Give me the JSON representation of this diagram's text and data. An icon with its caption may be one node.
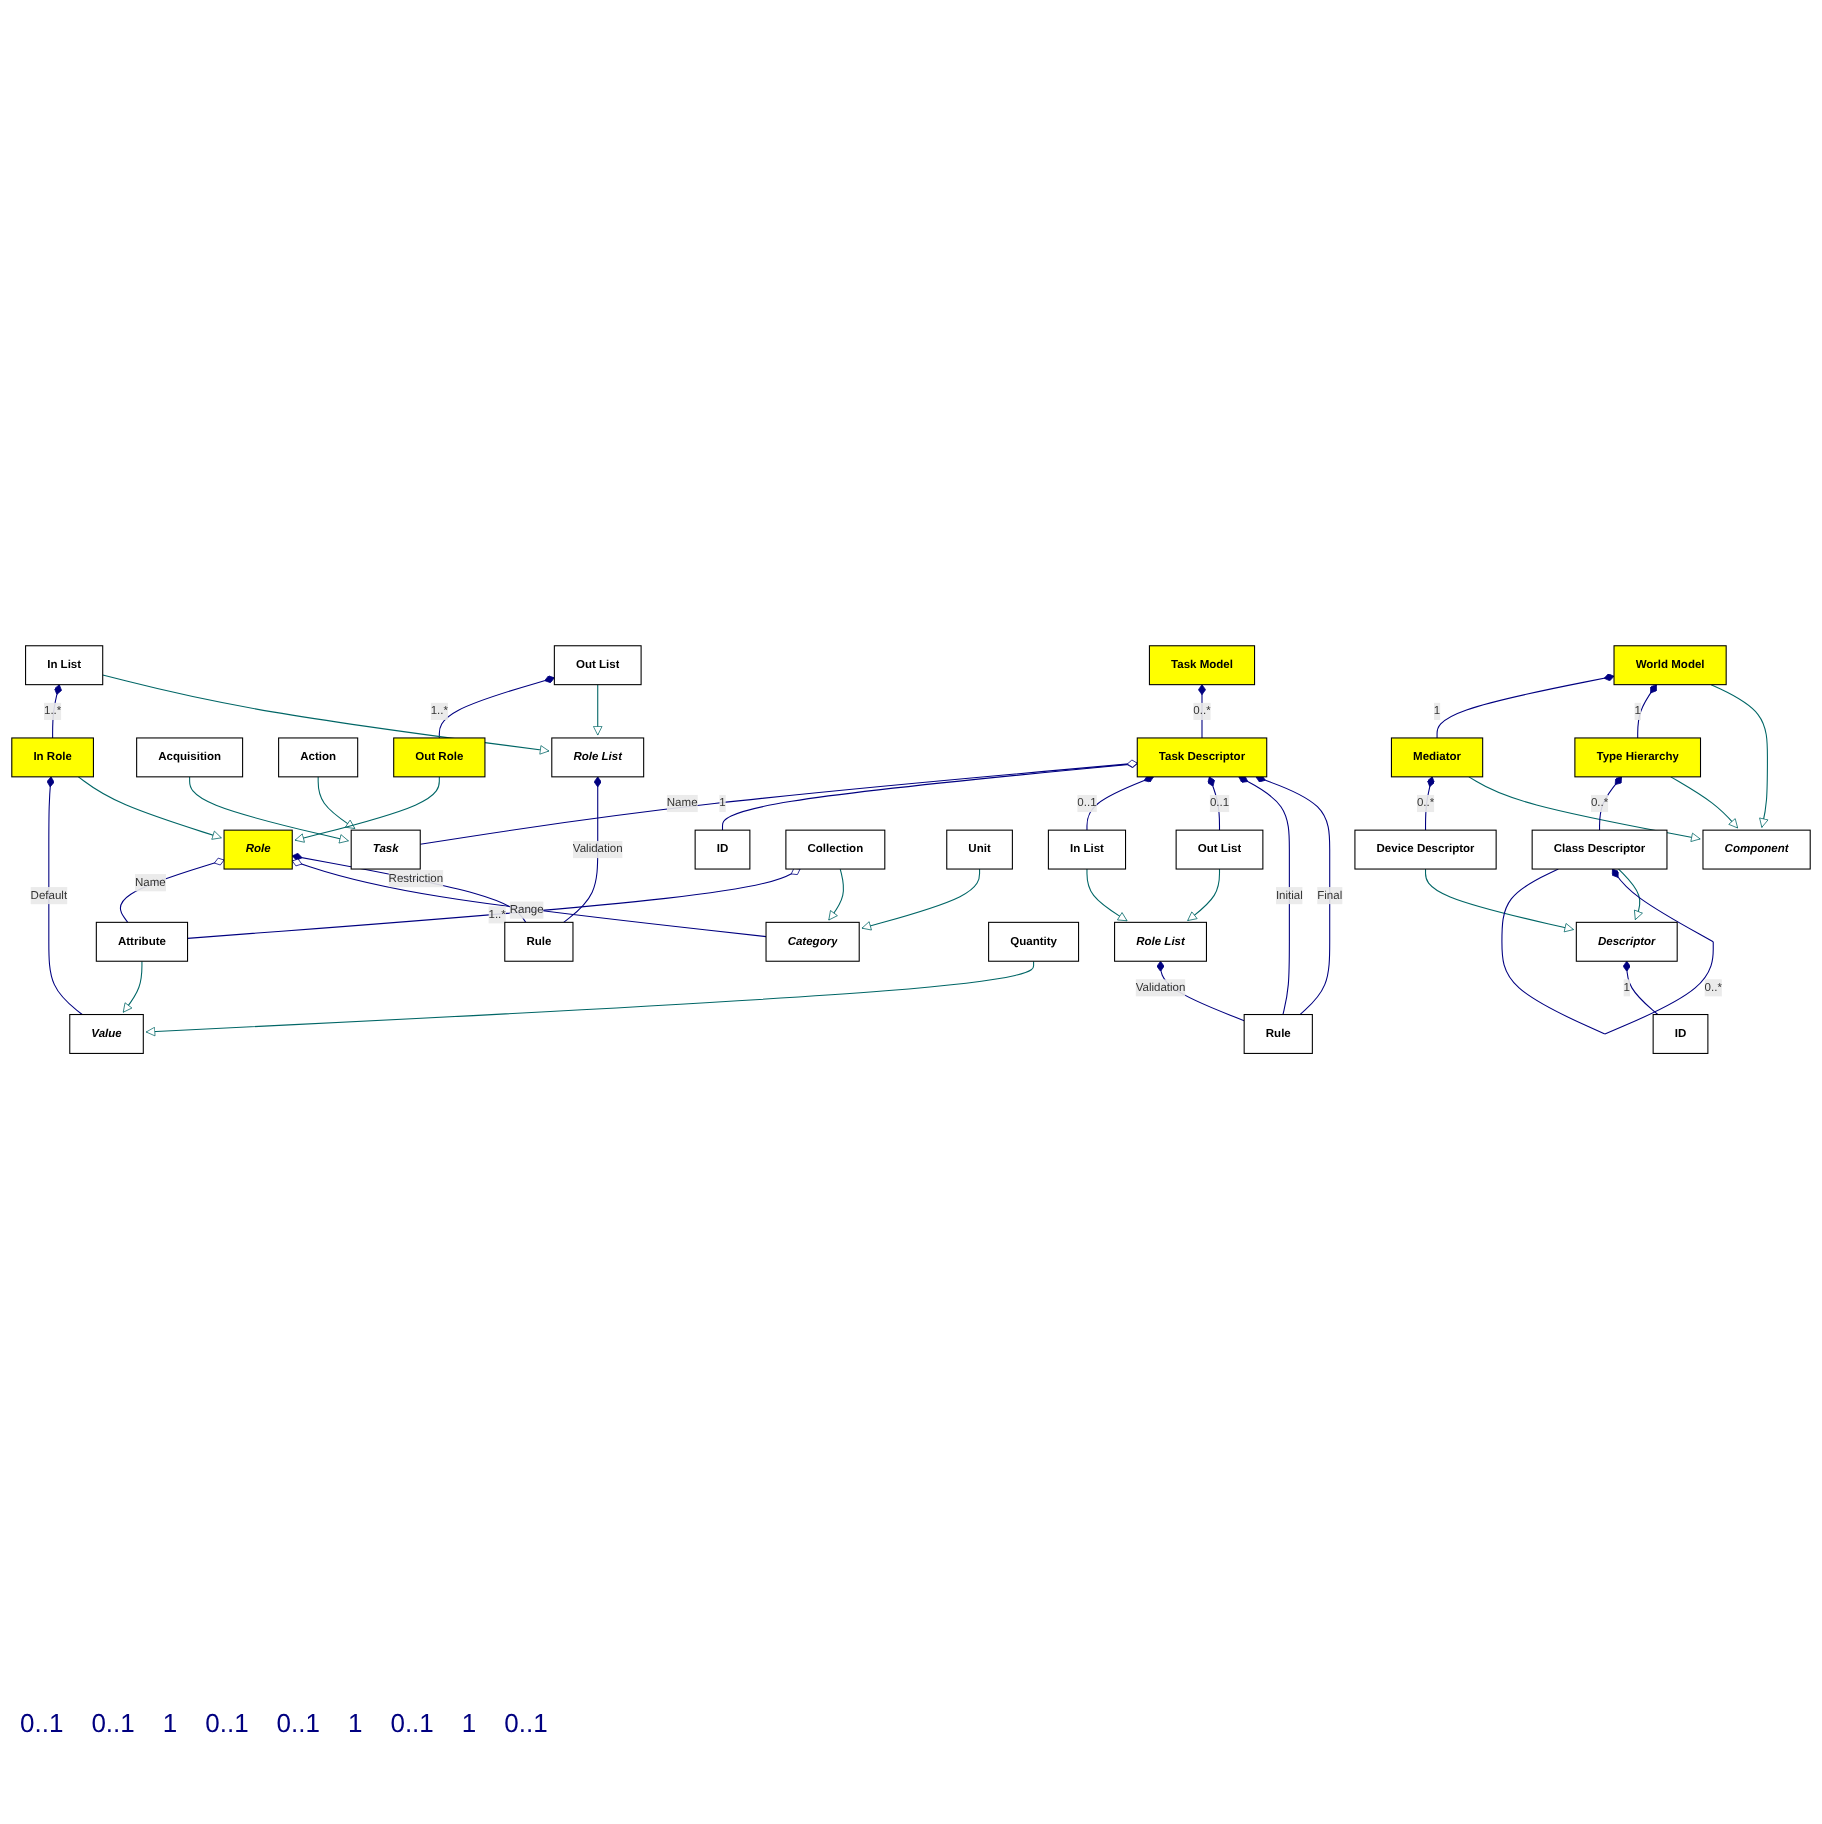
{
  "diagram": {
    "nodes": [
      {
        "text": [
          "Task Model"
        ]
      },
      {
        "text": [
          "Rule"
        ]
      },
      {
        "text": [
          "Task Descriptor"
        ]
      },
      {
        "text": [
          "Task"
        ]
      },
      {
        "text": [
          "Out List"
        ]
      },
      {
        "text": [
          "Role List"
        ]
      },
      {
        "text": [
          "In List"
        ]
      },
      {
        "text": [
          "ID"
        ]
      },
      {
        "text": [
          "Acquisition"
        ]
      },
      {
        "text": [
          "Action"
        ]
      },
      {
        "text": [
          "Rule"
        ]
      },
      {
        "text": [
          "Role"
        ]
      },
      {
        "text": [
          "Category"
        ]
      },
      {
        "text": [
          "Role List"
        ]
      },
      {
        "text": [
          "Out List"
        ]
      },
      {
        "text": [
          "Out Role"
        ]
      },
      {
        "text": [
          "Attribute"
        ]
      },
      {
        "text": [
          "Collection"
        ]
      },
      {
        "text": [
          "Unit"
        ]
      },
      {
        "text": [
          "In List"
        ]
      },
      {
        "text": [
          "In Role"
        ]
      },
      {
        "text": [
          "Value"
        ]
      },
      {
        "text": [
          "Quantity"
        ]
      },
      {
        "text": [
          "World Model"
        ]
      },
      {
        "text": [
          "Component"
        ]
      },
      {
        "text": [
          "Type Hierarchy"
        ]
      },
      {
        "text": [
          "Mediator"
        ]
      },
      {
        "text": [
          "ID"
        ]
      },
      {
        "text": [
          "Descriptor"
        ]
      },
      {
        "text": [
          "Class Descriptor"
        ]
      },
      {
        "text": [
          "Device Descriptor"
        ]
      }
    ],
    "edges": [
      {
        "from": 0,
        "to": 2,
        "arrow": "other",
        "label": "0..*"
      },
      {
        "from": 2,
        "to": 1,
        "arrow": "other",
        "label": "Final"
      },
      {
        "from": 2,
        "to": 1,
        "arrow": "other",
        "label": "Initial"
      },
      {
        "from": 5,
        "to": 1,
        "arrow": "other",
        "label": "Validation"
      },
      {
        "from": 2,
        "to": 4,
        "arrow": "other",
        "label": "0..1"
      },
      {
        "from": 4,
        "to": 5,
        "arrow": "to",
        "color": "#006666"
      },
      {
        "from": 2,
        "to": 6,
        "arrow": "other",
        "label": "0..1"
      },
      {
        "from": 2,
        "to": 7,
        "arrow": "other",
        "label": "1"
      },
      {
        "from": 2,
        "to": 3,
        "arrow": "other",
        "label": "Name"
      },
      {
        "from": 6,
        "to": 5,
        "arrow": "to",
        "color": "#006666"
      },
      {
        "from": 8,
        "to": 3,
        "arrow": "to",
        "color": "#006666"
      },
      {
        "from": 9,
        "to": 3,
        "arrow": "to",
        "color": "#006666"
      },
      {
        "from": 11,
        "to": 10,
        "arrow": "other",
        "label": "Restriction"
      },
      {
        "from": 11,
        "to": 12,
        "arrow": "other",
        "label": "Range"
      },
      {
        "from": 13,
        "to": 10,
        "arrow": "other",
        "label": "Validation"
      },
      {
        "from": 14,
        "to": 13,
        "arrow": "to",
        "color": "#006666"
      },
      {
        "from": 14,
        "to": 15,
        "arrow": "other",
        "label": "1..*"
      },
      {
        "from": 15,
        "to": 11,
        "arrow": "to",
        "color": "#006666"
      },
      {
        "from": 20,
        "to": 11,
        "arrow": "to",
        "color": "#006666"
      },
      {
        "from": 11,
        "to": 16,
        "arrow": "other",
        "label": "Name"
      },
      {
        "from": 17,
        "to": 12,
        "arrow": "to",
        "color": "#006666"
      },
      {
        "from": 18,
        "to": 12,
        "arrow": "to",
        "color": "#006666"
      },
      {
        "from": 17,
        "to": 16,
        "arrow": "other",
        "label": "1..*"
      },
      {
        "from": 16,
        "to": 21,
        "arrow": "to",
        "color": "#006666"
      },
      {
        "from": 19,
        "to": 13,
        "arrow": "to",
        "color": "#006666"
      },
      {
        "from": 19,
        "to": 20,
        "arrow": "other",
        "label": "1..*"
      },
      {
        "from": 20,
        "to": 21,
        "arrow": "other",
        "label": "Default"
      },
      {
        "from": 22,
        "to": 21,
        "arrow": "to",
        "color": "#006666"
      },
      {
        "from": 23,
        "to": 24,
        "arrow": "to",
        "color": "#006666"
      },
      {
        "from": 23,
        "to": 25,
        "arrow": "other",
        "label": "1"
      },
      {
        "from": 25,
        "to": 24,
        "arrow": "to",
        "color": "#006666"
      },
      {
        "from": 23,
        "to": 26,
        "arrow": "other",
        "label": "1"
      },
      {
        "from": 26,
        "to": 24,
        "arrow": "to",
        "color": "#006666"
      },
      {
        "from": 28,
        "to": 27,
        "arrow": "other",
        "label": "1"
      },
      {
        "from": 25,
        "to": 29,
        "arrow": "other",
        "label": "0..*"
      },
      {
        "from": 26,
        "to": 30,
        "arrow": "other",
        "label": "0..*"
      },
      {
        "from": 29,
        "to": 28,
        "arrow": "to",
        "color": "#006666"
      },
      {
        "from": 30,
        "to": 28,
        "arrow": "to",
        "color": "#006666"
      },
      {
        "from": 29,
        "to": 29,
        "arrow": "other",
        "label": "0..*"
      }
    ],
    "labels": [
      "0..1",
      "0..1",
      "1",
      "0..1",
      "0..1",
      "1",
      "0..1",
      "1",
      "0..1"
    ]
  }
}
